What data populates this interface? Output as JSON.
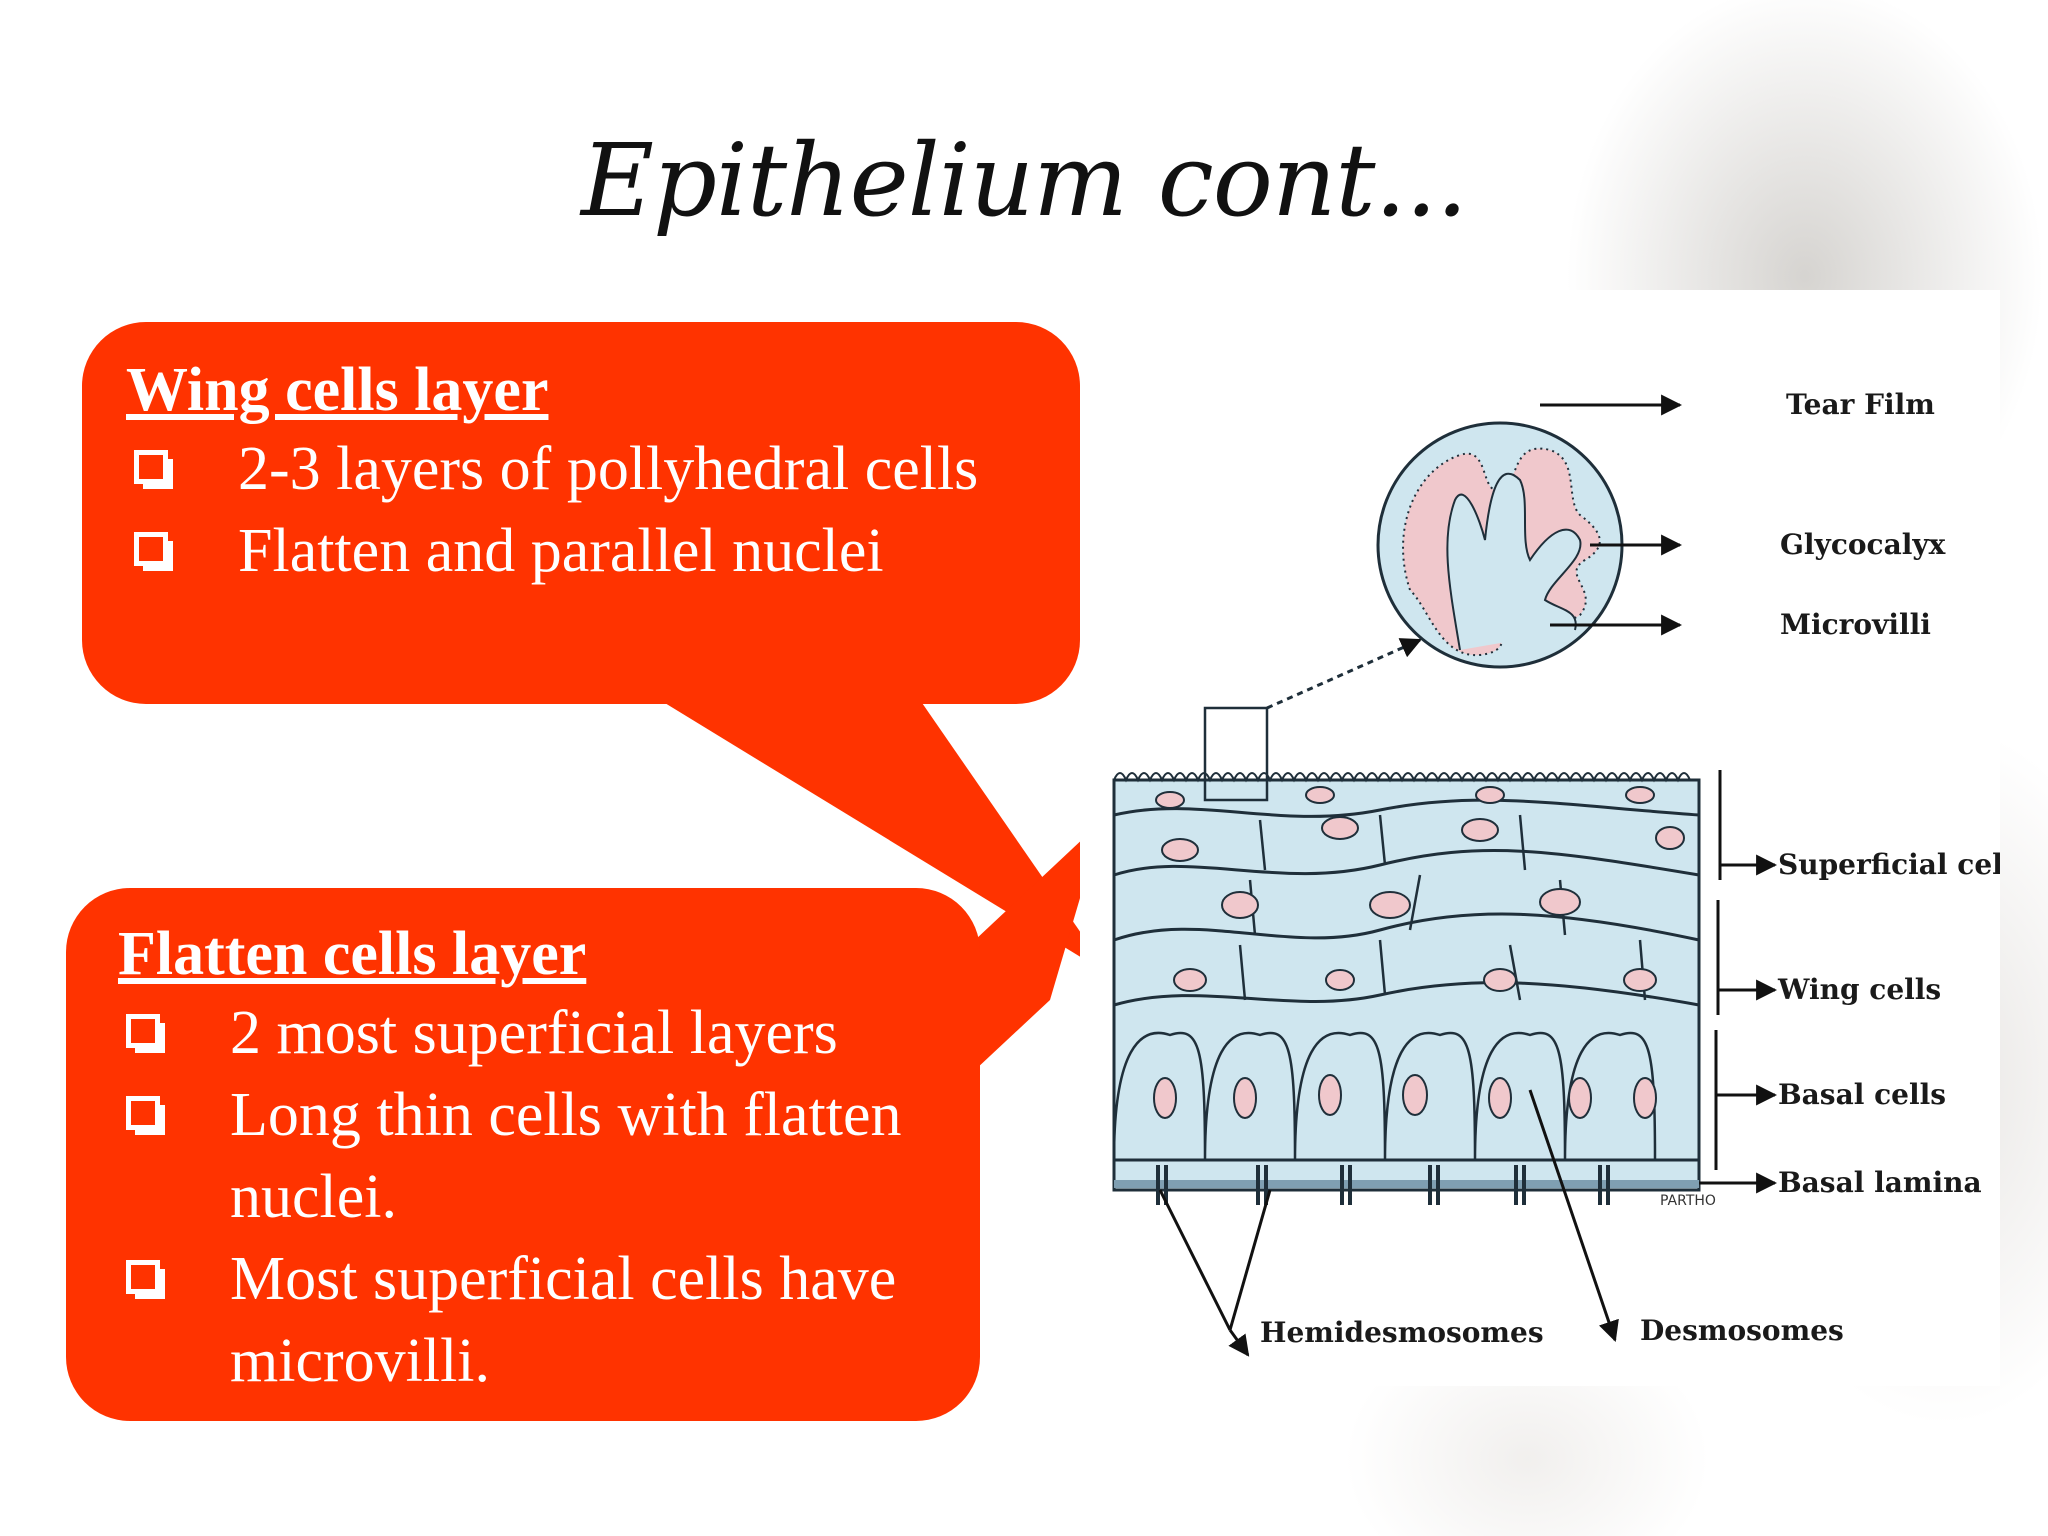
{
  "slide": {
    "title": "Epithelium cont..."
  },
  "callouts": [
    {
      "heading": "Wing cells layer",
      "items": [
        "2-3 layers of pollyhedral cells",
        "Flatten and parallel nuclei"
      ]
    },
    {
      "heading": "Flatten cells layer",
      "items": [
        "2 most superficial layers",
        "Long thin cells with flatten nuclei.",
        "Most superficial cells have microvilli."
      ]
    }
  ],
  "diagram": {
    "labels": {
      "tear_film": "Tear Film",
      "glycocalyx": "Glycocalyx",
      "microvilli": "Microvilli",
      "superficial_cells": "Superficial cells",
      "wing_cells": "Wing cells",
      "basal_cells": "Basal cells",
      "basal_lamina": "Basal lamina",
      "hemidesmosomes": "Hemidesmosomes",
      "desmosomes": "Desmosomes",
      "artist_mark": "PARTHO"
    },
    "colors": {
      "cell_fill": "#cfe6ef",
      "nucleus_fill": "#f0c8cc",
      "outline": "#1f2f3a",
      "callout": "#ff3300"
    }
  }
}
